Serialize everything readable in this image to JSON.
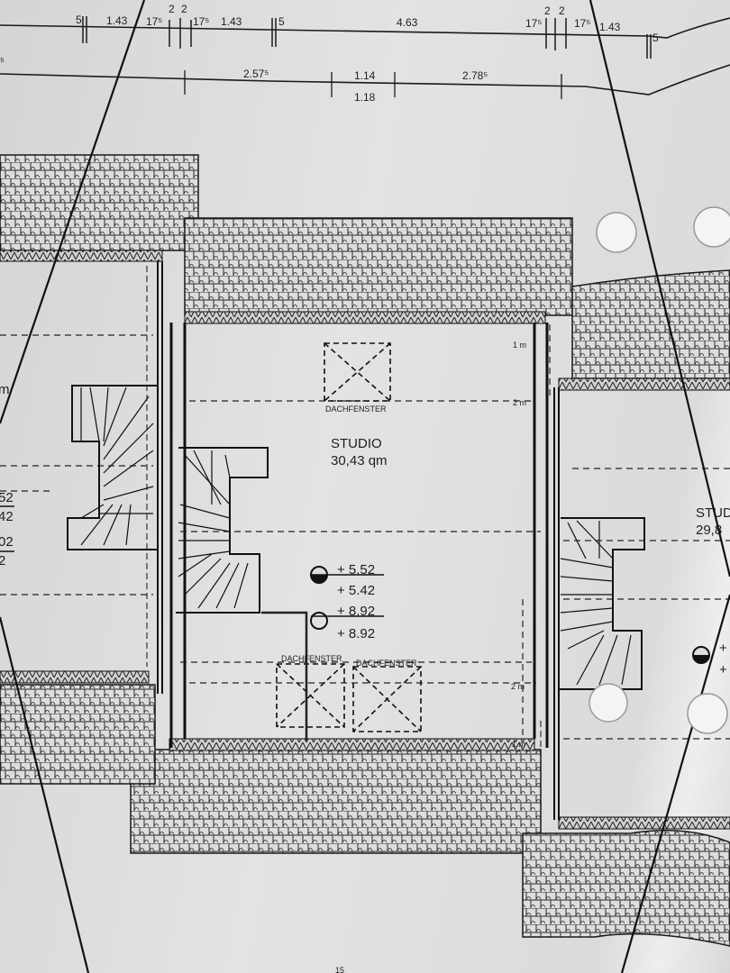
{
  "dimensions": {
    "top_row": [
      "5",
      "1.43",
      "17⁵",
      "2",
      "2",
      "17⁵",
      "1.43",
      "5",
      "4.63",
      "17⁵",
      "2",
      "2",
      "17⁵",
      "1.43",
      "5"
    ],
    "second_row": [
      "2.57⁵",
      "1.14",
      "1.18",
      "2.78⁵"
    ],
    "left_partial": "⁵"
  },
  "rooms": {
    "center": {
      "name": "STUDIO",
      "area": "30,43 qm"
    },
    "right_partial": {
      "name": "STUD",
      "area": "29,8"
    }
  },
  "skylights": [
    "DACHFENSTER",
    "DACHFENSTER",
    "DACHFENSTER"
  ],
  "height_marks": {
    "top_1m": "1 m",
    "top_2m": "2 m",
    "bottom_2m": "2 m",
    "bottom_1m": "1 m"
  },
  "elevations": {
    "floor": {
      "upper": "+ 5.52",
      "lower": "+ 5.42"
    },
    "ridge": {
      "upper": "+ 8.92",
      "lower": "+ 8.92"
    }
  },
  "left_partial_text": {
    "unit": "m",
    "values": [
      "52",
      "42",
      "02",
      "2"
    ]
  },
  "right_partial_text": [
    "+",
    "+"
  ],
  "page_number_partial": "15"
}
